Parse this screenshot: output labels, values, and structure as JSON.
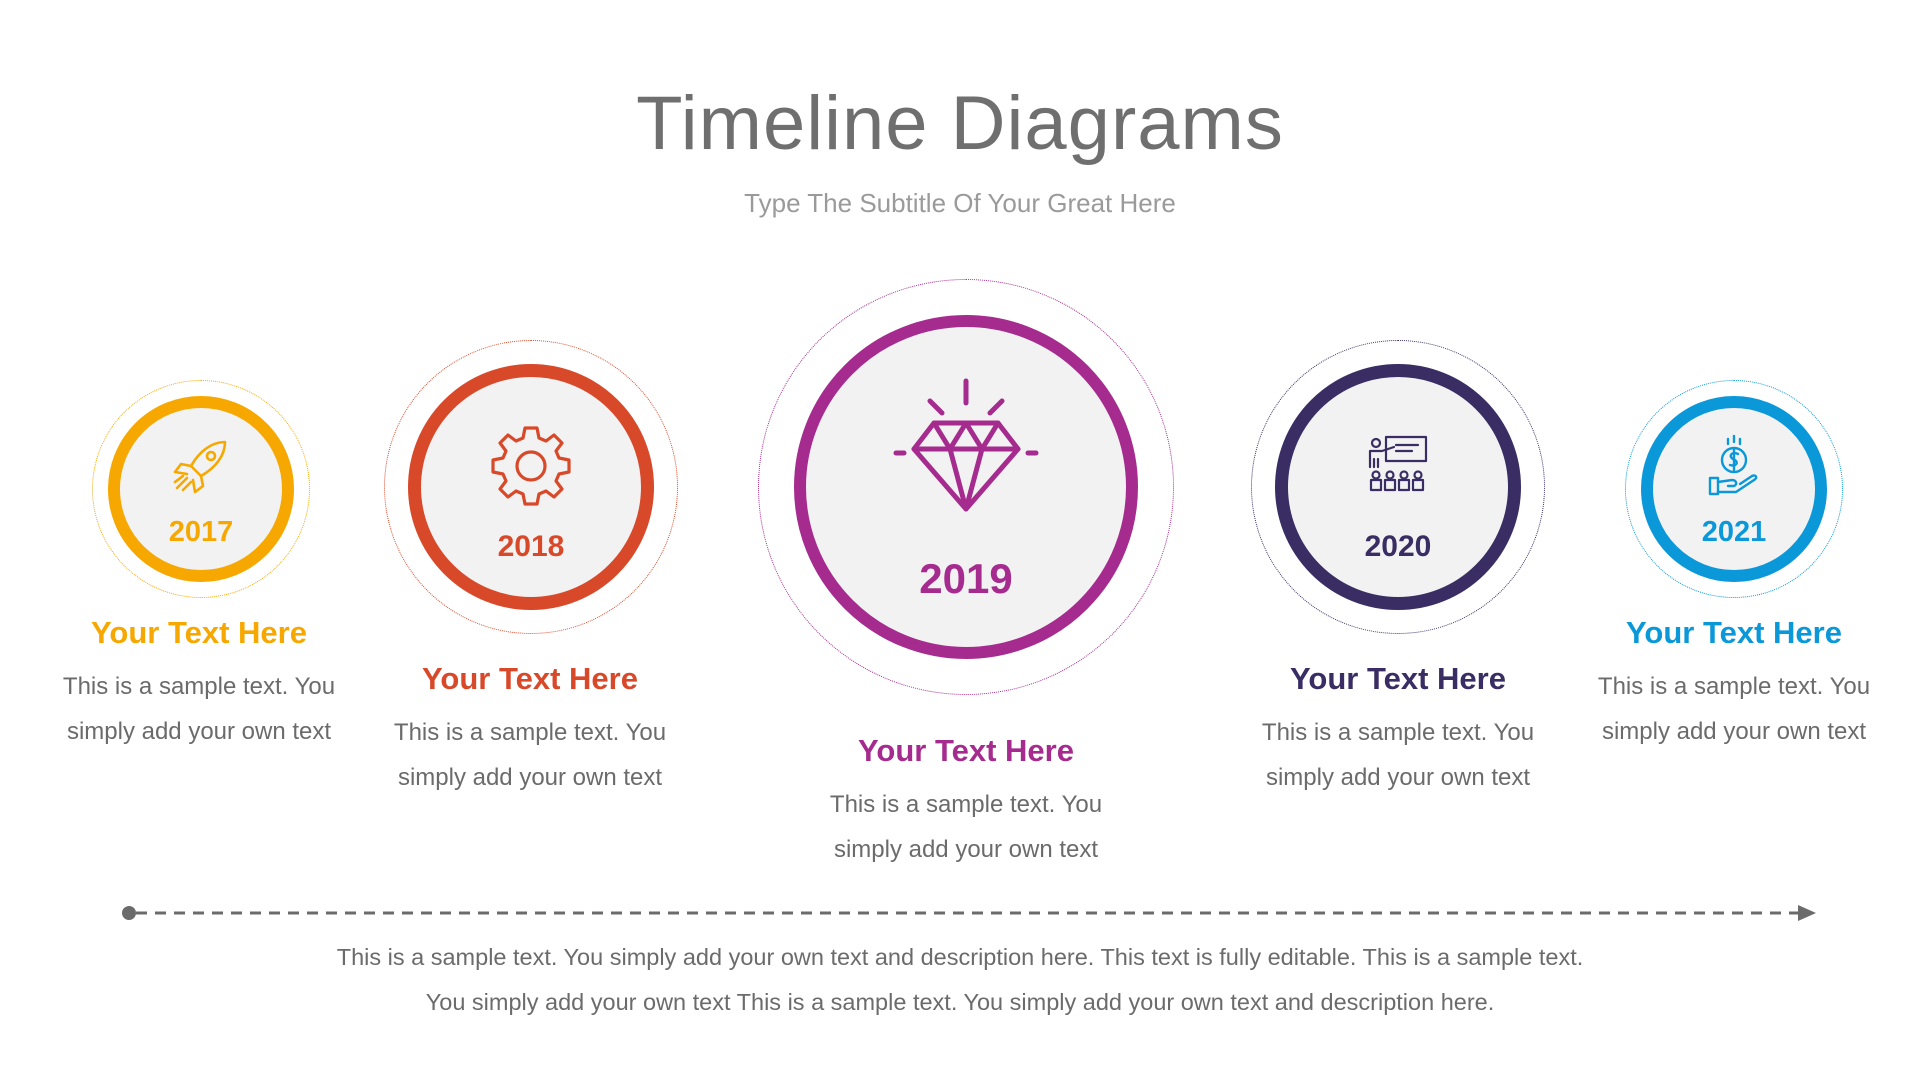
{
  "slide": {
    "title": "Timeline Diagrams",
    "subtitle": "Type The Subtitle Of Your Great Here"
  },
  "milestones": [
    {
      "year": "2017",
      "heading": "Your Text Here",
      "text_line1": "This is a sample text. You",
      "text_line2": "simply add your own text",
      "color": "#f7a800",
      "icon": "rocket-icon"
    },
    {
      "year": "2018",
      "heading": "Your Text Here",
      "text_line1": "This is a sample text. You",
      "text_line2": "simply add your own text",
      "color": "#d8492a",
      "icon": "gear-icon"
    },
    {
      "year": "2019",
      "heading": "Your Text Here",
      "text_line1": "This is a sample text. You",
      "text_line2": "simply add your own text",
      "color": "#a52b8e",
      "icon": "diamond-icon"
    },
    {
      "year": "2020",
      "heading": "Your Text Here",
      "text_line1": "This is a sample text. You",
      "text_line2": "simply add your own text",
      "color": "#3a2d63",
      "icon": "presentation-icon"
    },
    {
      "year": "2021",
      "heading": "Your Text Here",
      "text_line1": "This is a sample text. You",
      "text_line2": "simply add your own text",
      "color": "#0b98d8",
      "icon": "money-hand-icon"
    }
  ],
  "footer": {
    "line1": "This is a sample text. You simply add your own text and description here. This text is fully editable. This is a sample text.",
    "line2": "You simply add your own text This is a sample text. You simply add your own text and description here."
  },
  "colors": {
    "title": "#6f6f6f",
    "axis": "#6b6b6b"
  }
}
